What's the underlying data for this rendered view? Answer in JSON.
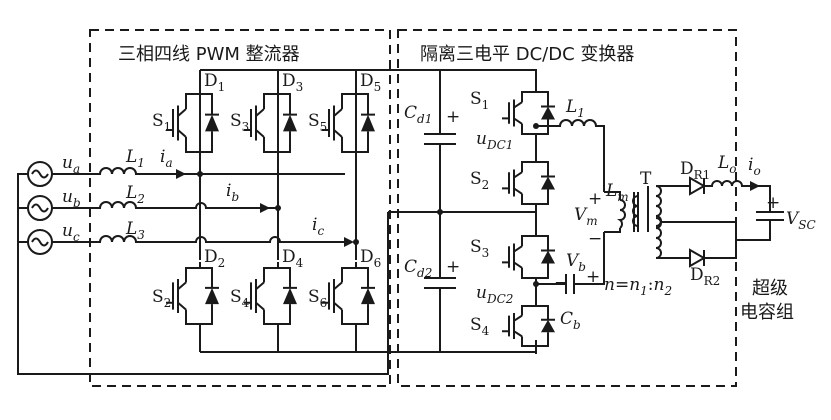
{
  "titles": {
    "rectifier": "三相四线 PWM 整流器",
    "converter": "隔离三电平 DC/DC 变换器"
  },
  "labels": {
    "u": "u",
    "i": "i",
    "L": "L",
    "S": "S",
    "D": "D",
    "C": "C",
    "V": "V",
    "n": "n",
    "T": "T",
    "a": "a",
    "b": "b",
    "c": "c",
    "m": "m",
    "o": "o",
    "one": "1",
    "two": "2",
    "three": "3",
    "four": "4",
    "five": "5",
    "six": "6",
    "d1": "d1",
    "d2": "d2",
    "DC1": "DC1",
    "DC2": "DC2",
    "R1": "R1",
    "R2": "R2",
    "SC": "SC",
    "plus": "+",
    "minus": "−",
    "equals": "=",
    "colon": ":",
    "supercap1": "超级",
    "supercap2": "电容组"
  }
}
